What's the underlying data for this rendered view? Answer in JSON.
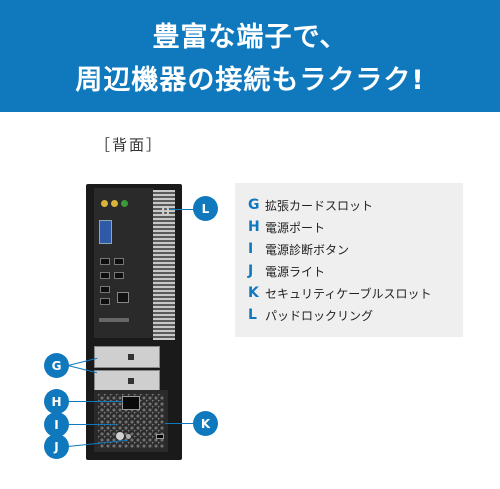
{
  "banner": {
    "line1": "豊富な端子で、",
    "line2": "周辺機器の接続もラクラク!"
  },
  "section_label": "［背面］",
  "legend": [
    {
      "key": "G",
      "text": "拡張カードスロット"
    },
    {
      "key": "H",
      "text": "電源ポート"
    },
    {
      "key": "I",
      "text": "電源診断ボタン"
    },
    {
      "key": "J",
      "text": "電源ライト"
    },
    {
      "key": "K",
      "text": "セキュリティケーブルスロット"
    },
    {
      "key": "L",
      "text": "パッドロックリング"
    }
  ],
  "callouts": {
    "g": "G",
    "h": "H",
    "i": "I",
    "j": "J",
    "k": "K",
    "l": "L"
  },
  "colors": {
    "accent": "#1079be",
    "legend_bg": "#efefef"
  }
}
